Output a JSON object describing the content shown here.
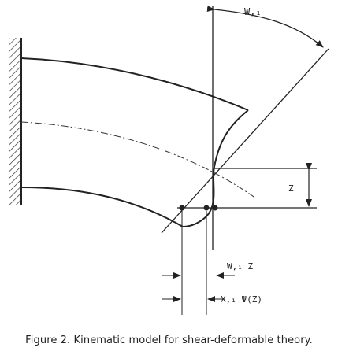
{
  "figure": {
    "caption": "Figure 2. Kinematic model for shear-deformable theory.",
    "labels": {
      "rotation_angle": "W,₁",
      "offset_z": "Z",
      "displacement_w1z": "W,₁ Z",
      "warping": "X,₁ Ψ(Z)"
    }
  }
}
